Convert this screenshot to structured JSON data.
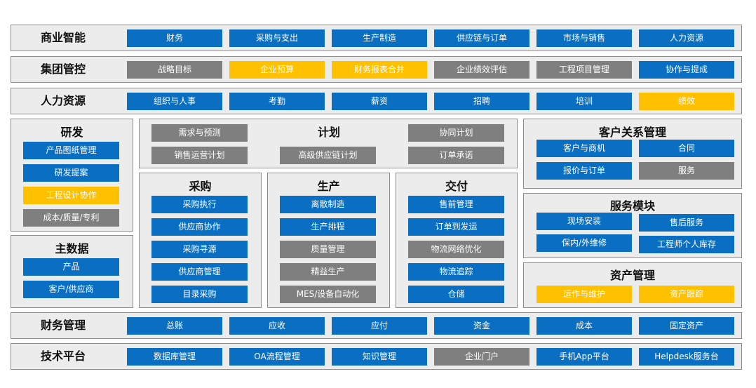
{
  "colors": {
    "blue": "#0a6fc2",
    "gray": "#7f7f7f",
    "yellow": "#ffc000",
    "panel": "#ececec",
    "border": "#8d8d8d"
  },
  "rows": {
    "bi": {
      "title": "商业智能",
      "items": [
        "财务",
        "采购与支出",
        "生产制造",
        "供应链与订单",
        "市场与销售",
        "人力资源"
      ]
    },
    "group": {
      "title": "集团管控",
      "items": [
        "战略目标",
        "企业预算",
        "财务报表合并",
        "企业绩效评估",
        "工程项目管理",
        "协作与提成"
      ]
    },
    "hr": {
      "title": "人力资源",
      "items": [
        "组织与人事",
        "考勤",
        "薪资",
        "招聘",
        "培训",
        "绩效"
      ]
    },
    "finance": {
      "title": "财务管理",
      "items": [
        "总账",
        "应收",
        "应付",
        "资金",
        "成本",
        "固定资产"
      ]
    },
    "tech": {
      "title": "技术平台",
      "items": [
        "数据库管理",
        "OA流程管理",
        "知识管理",
        "企业门户",
        "手机App平台",
        "Helpdesk服务台"
      ]
    }
  },
  "rd": {
    "title": "研发",
    "items": [
      "产品图纸管理",
      "研发提案",
      "工程设计协作",
      "成本/质量/专利"
    ]
  },
  "master": {
    "title": "主数据",
    "items": [
      "产品",
      "客户/供应商"
    ]
  },
  "plan": {
    "title": "计划",
    "items": [
      "需求与预测",
      "协同计划",
      "销售运营计划",
      "高级供应链计划",
      "订单承诺"
    ]
  },
  "purchase": {
    "title": "采购",
    "items": [
      "采购执行",
      "供应商协作",
      "采购寻源",
      "供应商管理",
      "目录采购"
    ]
  },
  "production": {
    "title": "生产",
    "items": [
      "离散制造",
      "生产排程",
      "质量管理",
      "精益生产",
      "MES/设备自动化"
    ]
  },
  "delivery": {
    "title": "交付",
    "items": [
      "售前管理",
      "订单到发运",
      "物流网络优化",
      "物流追踪",
      "仓储"
    ]
  },
  "crm": {
    "title": "客户关系管理",
    "items": [
      "客户与商机",
      "合同",
      "报价与订单",
      "服务"
    ]
  },
  "service": {
    "title": "服务模块",
    "items": [
      "现场安装",
      "售后服务",
      "保内/外维修",
      "工程师个人库存"
    ]
  },
  "asset": {
    "title": "资产管理",
    "items": [
      "运作与维护",
      "资产跟踪"
    ]
  }
}
